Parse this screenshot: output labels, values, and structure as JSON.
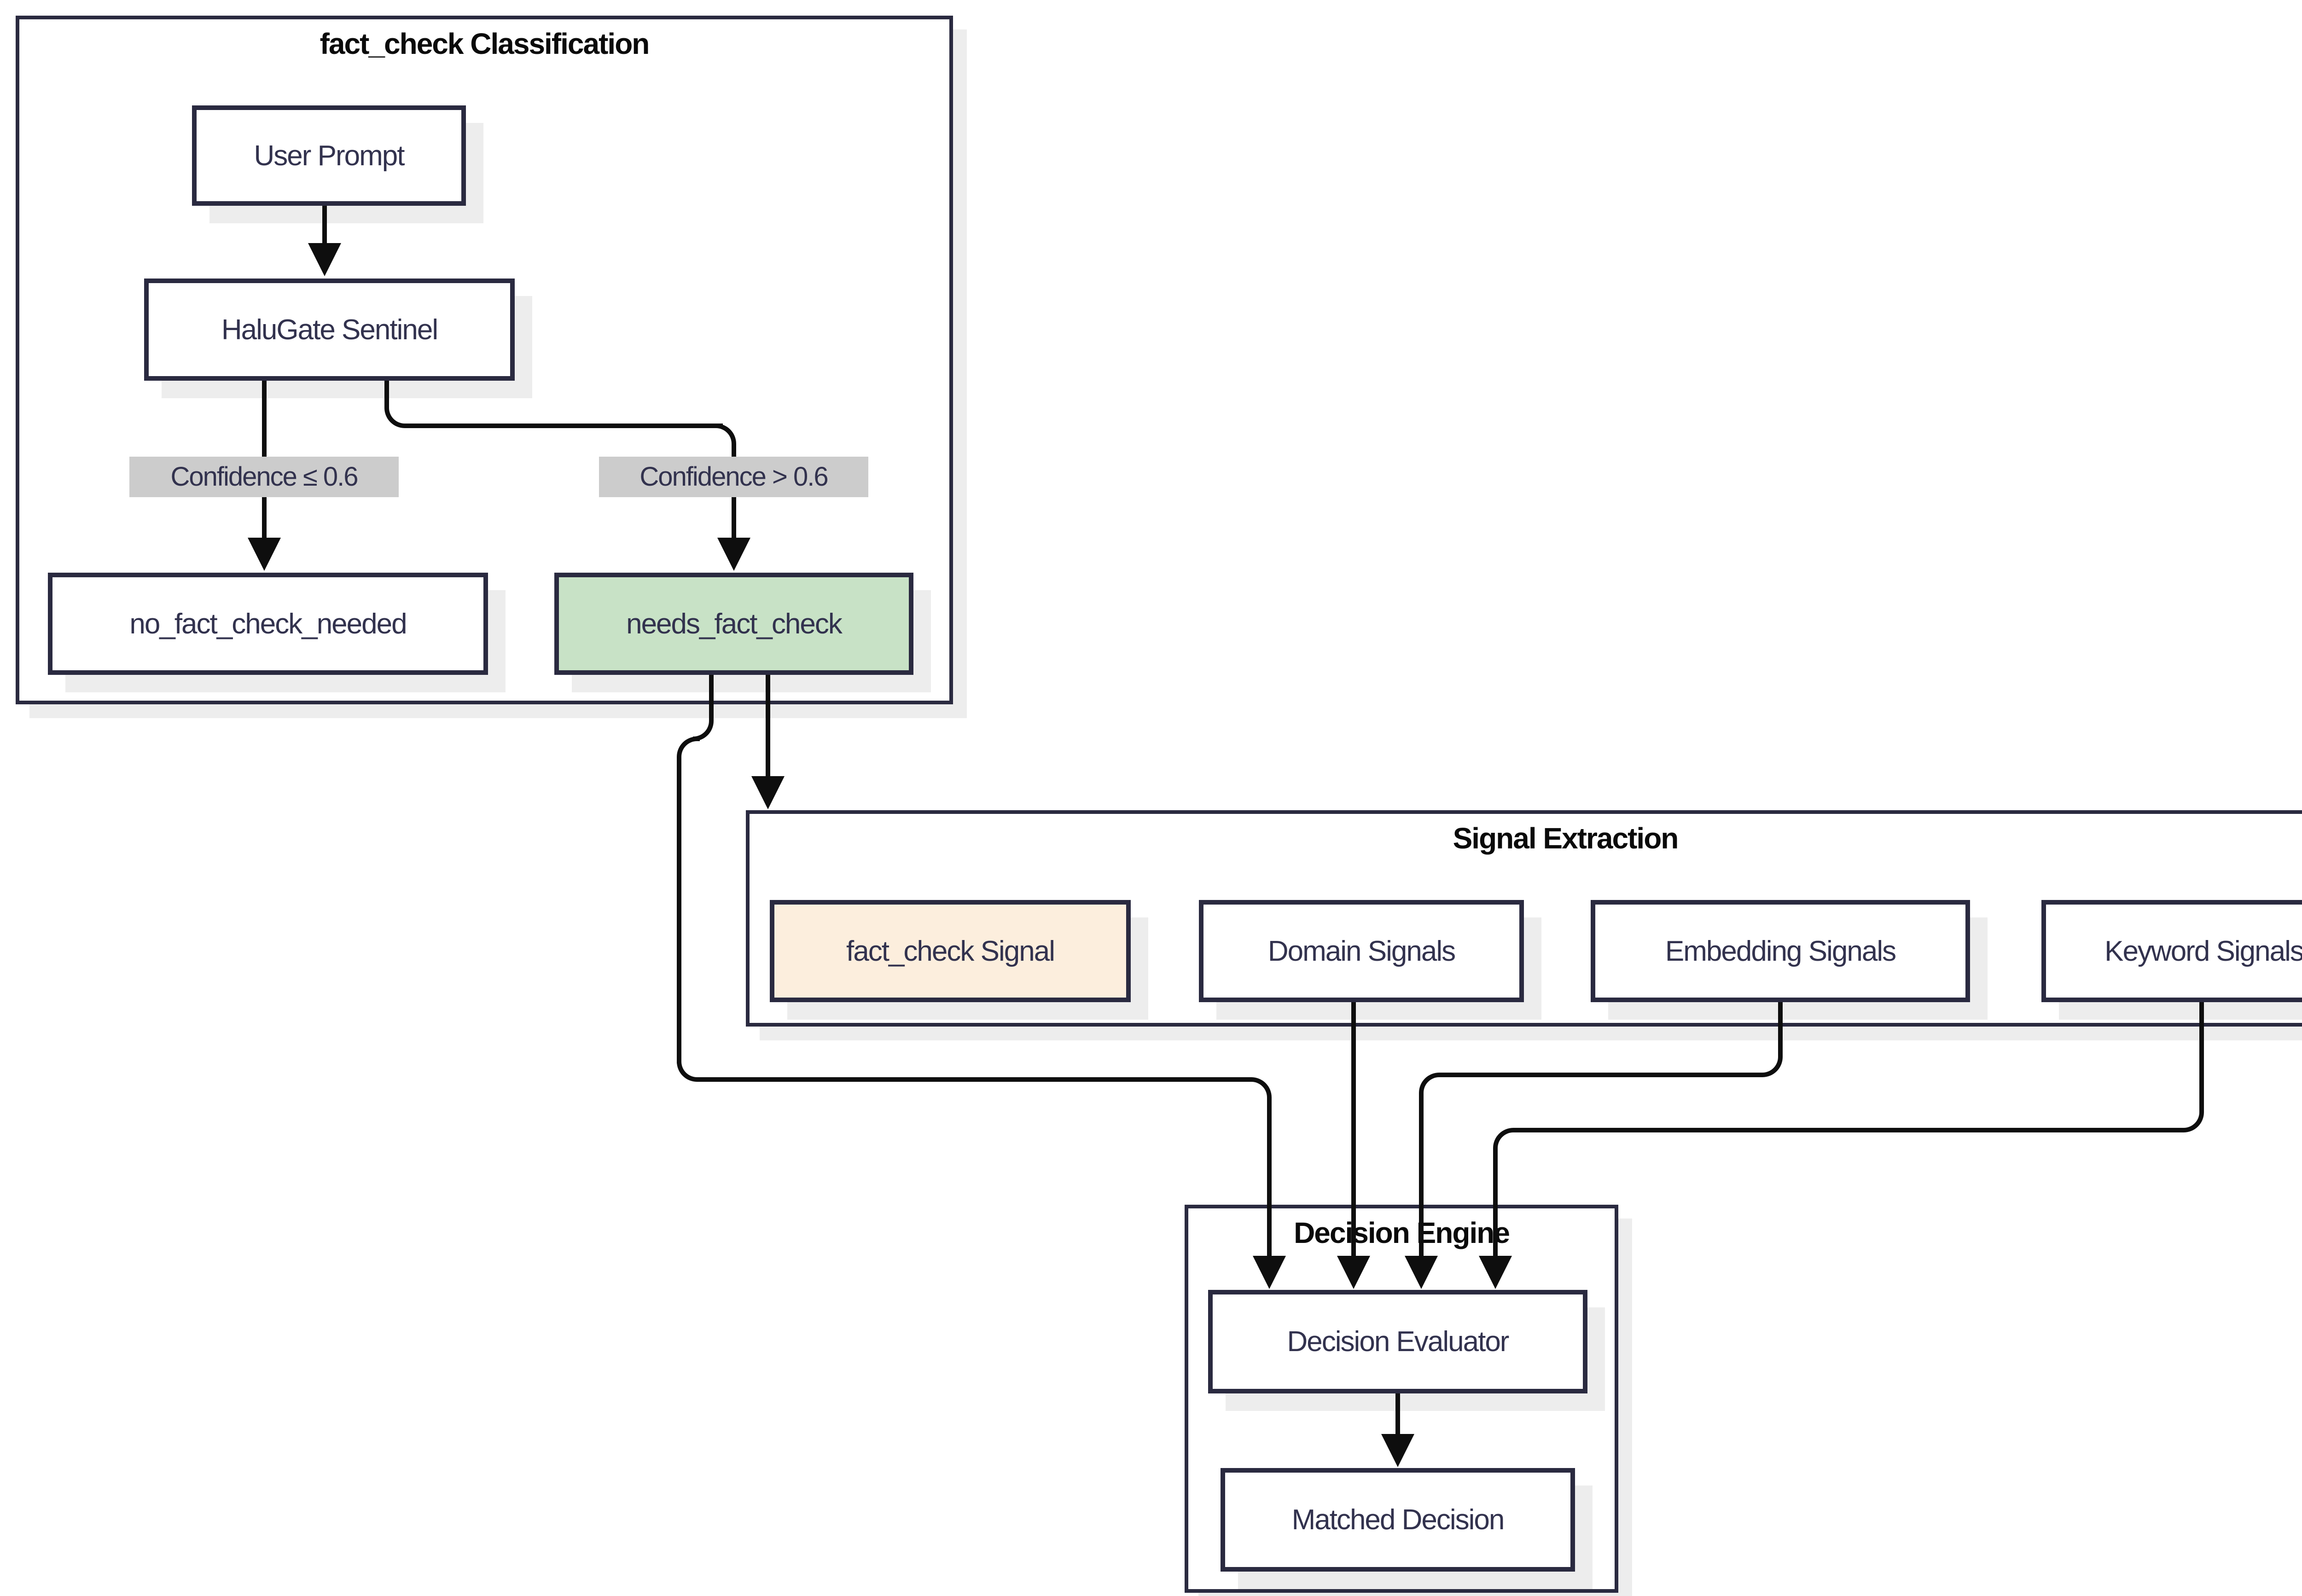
{
  "diagram": {
    "type": "flowchart",
    "subgraphs": [
      {
        "id": "fact-check-classification",
        "title": "fact_check Classification"
      },
      {
        "id": "signal-extraction",
        "title": "Signal Extraction"
      },
      {
        "id": "decision-engine",
        "title": "Decision Engine"
      }
    ],
    "nodes": [
      {
        "id": "user-prompt",
        "label": "User Prompt",
        "fill": "#ffffff"
      },
      {
        "id": "halugate-sentinel",
        "label": "HaluGate Sentinel",
        "fill": "#ffffff"
      },
      {
        "id": "no-fact-check-needed",
        "label": "no_fact_check_needed",
        "fill": "#ffffff"
      },
      {
        "id": "needs-fact-check",
        "label": "needs_fact_check",
        "fill": "#c8e2c6"
      },
      {
        "id": "fact-check-signal",
        "label": "fact_check Signal",
        "fill": "#fceedd"
      },
      {
        "id": "domain-signals",
        "label": "Domain Signals",
        "fill": "#ffffff"
      },
      {
        "id": "embedding-signals",
        "label": "Embedding Signals",
        "fill": "#ffffff"
      },
      {
        "id": "keyword-signals",
        "label": "Keyword Signals",
        "fill": "#ffffff"
      },
      {
        "id": "decision-evaluator",
        "label": "Decision Evaluator",
        "fill": "#ffffff"
      },
      {
        "id": "matched-decision",
        "label": "Matched Decision",
        "fill": "#ffffff"
      }
    ],
    "edge_labels": [
      {
        "id": "confidence-le",
        "text": "Confidence ≤ 0.6"
      },
      {
        "id": "confidence-gt",
        "text": "Confidence > 0.6"
      }
    ],
    "edges": [
      {
        "from": "User Prompt",
        "to": "HaluGate Sentinel",
        "label": ""
      },
      {
        "from": "HaluGate Sentinel",
        "to": "no_fact_check_needed",
        "label": "Confidence ≤ 0.6"
      },
      {
        "from": "HaluGate Sentinel",
        "to": "needs_fact_check",
        "label": "Confidence > 0.6"
      },
      {
        "from": "needs_fact_check",
        "to": "Signal Extraction",
        "label": ""
      },
      {
        "from": "needs_fact_check",
        "to": "Decision Evaluator",
        "label": ""
      },
      {
        "from": "Domain Signals",
        "to": "Decision Evaluator",
        "label": ""
      },
      {
        "from": "Embedding Signals",
        "to": "Decision Evaluator",
        "label": ""
      },
      {
        "from": "Keyword Signals",
        "to": "Decision Evaluator",
        "label": ""
      },
      {
        "from": "Decision Evaluator",
        "to": "Matched Decision",
        "label": ""
      }
    ],
    "colors": {
      "node_border": "#2a2a40",
      "node_text": "#32324e",
      "edge_stroke": "#0e0e0e",
      "edge_label_bg": "#cccccc",
      "highlight_green": "#c8e2c6",
      "highlight_peach": "#fceedd",
      "shadow": "#ededed",
      "background": "#ffffff"
    }
  }
}
